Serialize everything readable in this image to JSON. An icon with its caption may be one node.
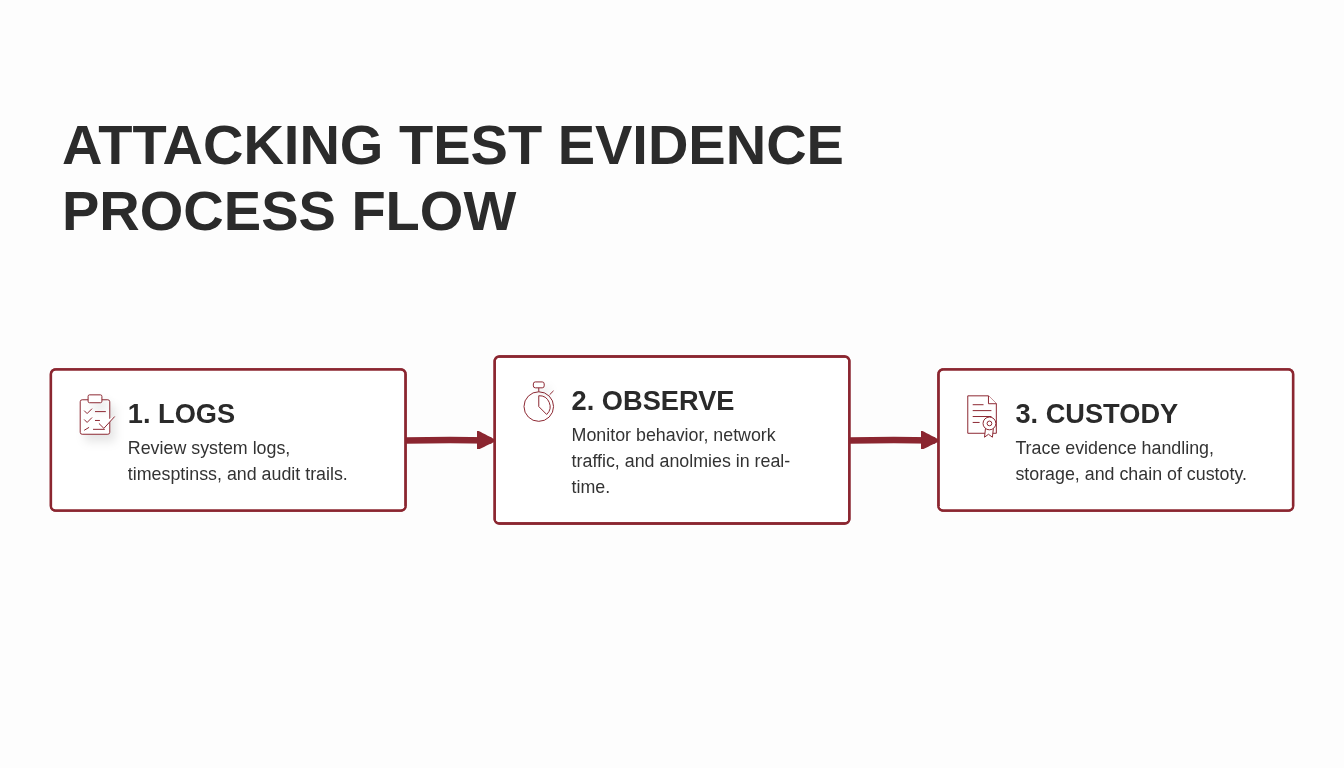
{
  "diagram": {
    "title": "ATTACKING TEST EVIDENCE PROCESS FLOW",
    "nodes": [
      {
        "text": [
          "1. LOGS",
          "Review system logs, timesptinss, and audit trails."
        ]
      },
      {
        "text": [
          "2. OBSERVE",
          "Monitor behavior, network traffic, and anolmies in real-time."
        ]
      },
      {
        "text": [
          "3. CUSTODY",
          "Trace evidence handling, storage, and chain of custoty."
        ]
      }
    ],
    "edges": [
      {
        "from": 0,
        "to": 1,
        "arrow": "to"
      },
      {
        "from": 1,
        "to": 2,
        "arrow": "to"
      }
    ]
  }
}
